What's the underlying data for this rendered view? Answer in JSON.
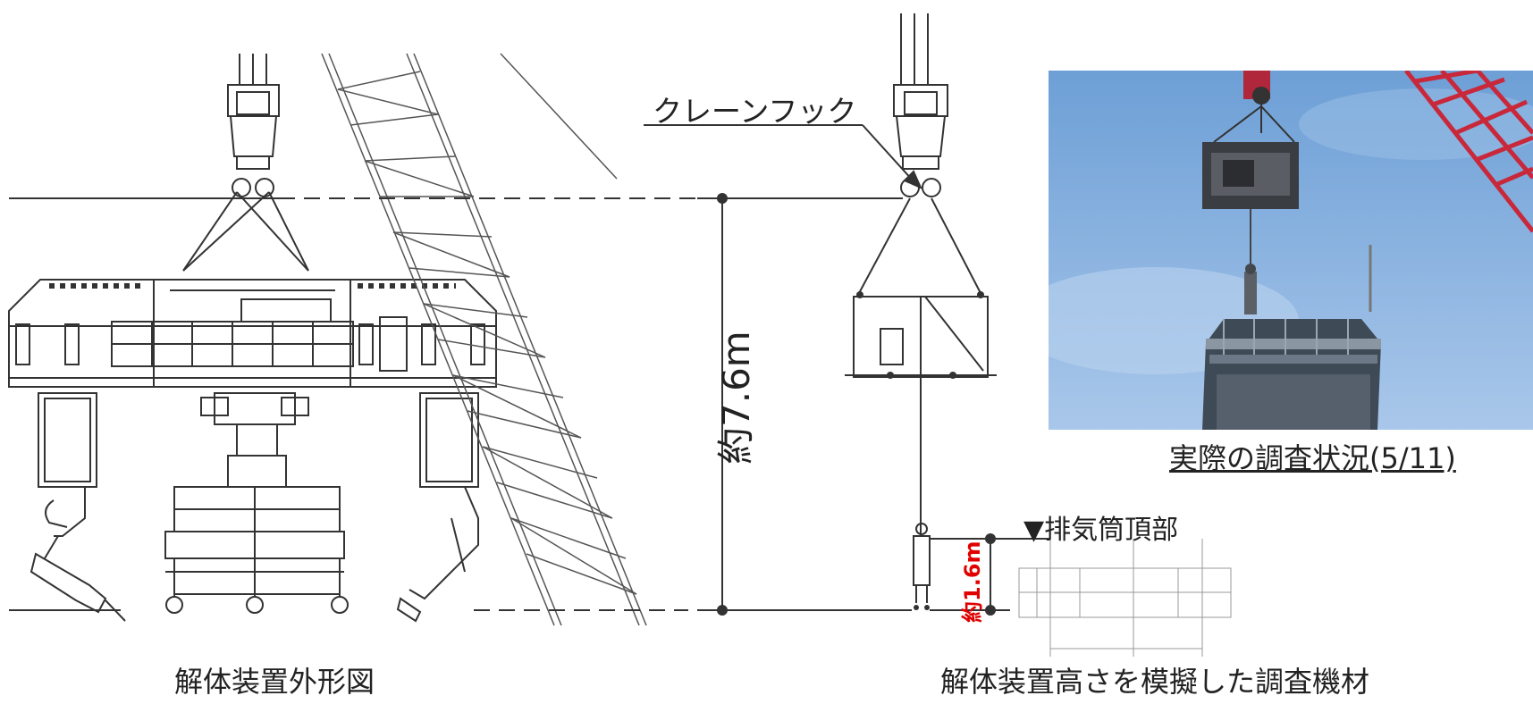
{
  "labels": {
    "crane_hook": "クレーンフック",
    "dimension_total": "約7.6m",
    "dimension_device": "約1.6m",
    "stack_top": "▼排気筒頂部",
    "photo_caption": "実際の調査状況(5/11)",
    "caption_left": "解体装置外形図",
    "caption_right": "解体装置高さを模擬した調査機材"
  },
  "colors": {
    "line": "#333333",
    "dimension_highlight": "#e00000",
    "sky_top": "#6d9fd6",
    "sky_bottom": "#a9c7ea",
    "crane_boom": "#c8283a"
  }
}
